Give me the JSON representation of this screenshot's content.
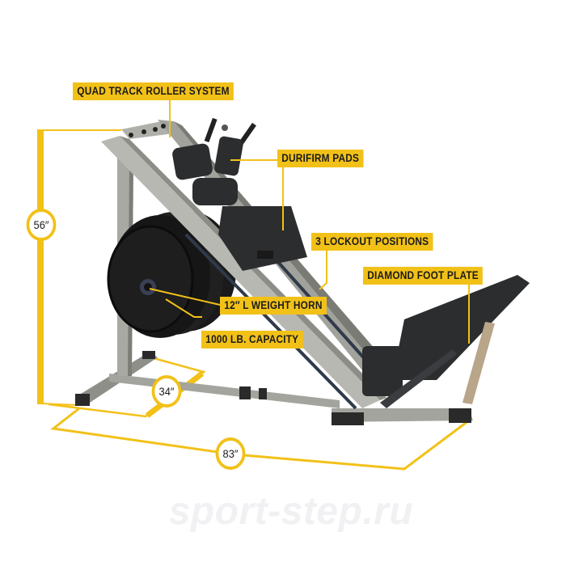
{
  "product": {
    "type": "hack squat / leg press machine",
    "accent_color": "#F2C118",
    "frame_color": "#a9a9a4",
    "pad_color": "#2b2d2e"
  },
  "callouts": [
    {
      "id": "quad-track",
      "label": "QUAD TRACK ROLLER SYSTEM"
    },
    {
      "id": "durifirm",
      "label": "DURIFIRM PADS"
    },
    {
      "id": "lockout",
      "label": "3 LOCKOUT POSITIONS"
    },
    {
      "id": "foot-plate",
      "label": "DIAMOND FOOT PLATE"
    },
    {
      "id": "weight-horn",
      "label": "12″ L WEIGHT HORN"
    },
    {
      "id": "capacity",
      "label": "1000 LB. CAPACITY"
    }
  ],
  "dimensions": {
    "height": "56″",
    "width": "34″",
    "length": "83″"
  },
  "watermark": "sport-step.ru"
}
